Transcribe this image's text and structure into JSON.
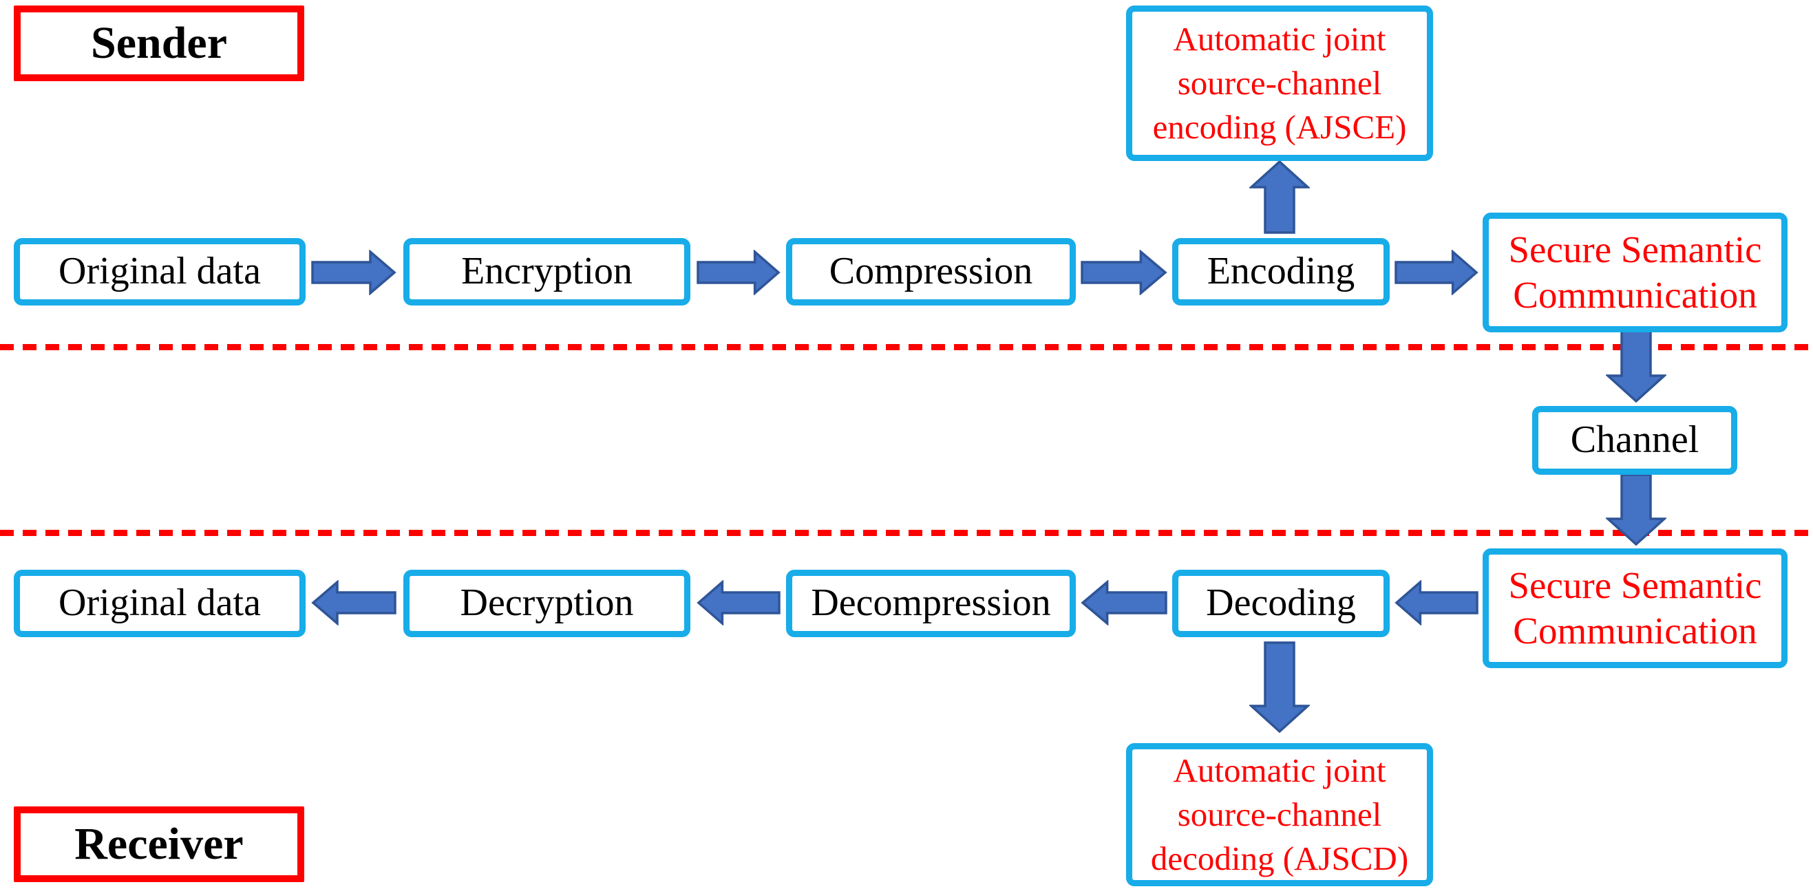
{
  "colors": {
    "box_border_cyan": "#18ace8",
    "label_border_red": "#fe0000",
    "divider_dashed_red": "#fe0000",
    "highlight_text_red": "#fe0000",
    "text_black": "#000000",
    "arrow_fill_blue": "#4472c4",
    "arrow_outline_blue": "#2f5597"
  },
  "sender": {
    "label": "Sender",
    "boxes": {
      "original_data": "Original data",
      "encryption": "Encryption",
      "compression": "Compression",
      "encoding": "Encoding"
    },
    "ajsce": {
      "line1": "Automatic joint",
      "line2": "source-channel",
      "line3": "encoding (AJSCE)"
    },
    "secure_semantic": {
      "line1": "Secure Semantic",
      "line2": "Communication"
    }
  },
  "channel": {
    "label": "Channel"
  },
  "receiver": {
    "label": "Receiver",
    "boxes": {
      "decoding": "Decoding",
      "decompression": "Decompression",
      "decryption": "Decryption",
      "original_data": "Original data"
    },
    "ajscd": {
      "line1": "Automatic joint",
      "line2": "source-channel",
      "line3": "decoding (AJSCD)"
    },
    "secure_semantic": {
      "line1": "Secure Semantic",
      "line2": "Communication"
    }
  }
}
